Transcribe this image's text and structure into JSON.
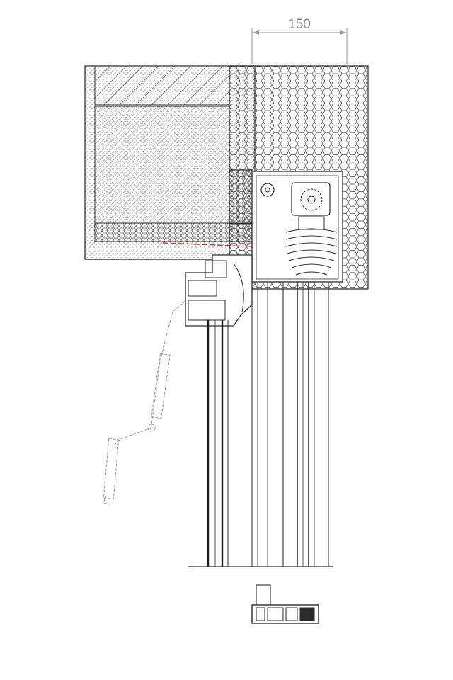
{
  "drawing": {
    "dimension": {
      "label": "150"
    },
    "colors": {
      "line": "#2b2b2b",
      "dim_line": "#9a9a9a",
      "hatch": "#555555",
      "seal": "#d9262b",
      "ghost": "#9c9c9c",
      "background": "#ffffff"
    },
    "icons": {
      "lintel": "concrete-lintel-hatch",
      "insulation": "insulation-crosshatch",
      "roller_box": "roller-shutter-box",
      "window": "window-profile-section",
      "awning": "awning-arm-ghost",
      "guide": "guide-rail-profile"
    }
  }
}
